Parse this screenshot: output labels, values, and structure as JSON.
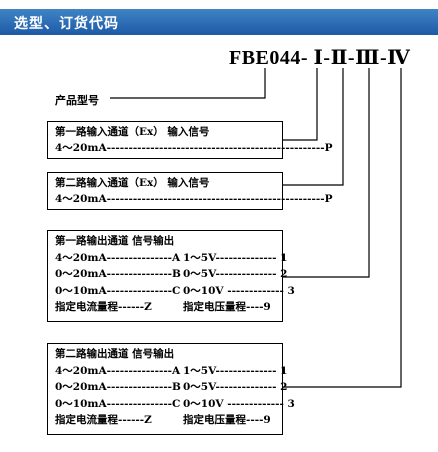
{
  "header": {
    "title": "选型、订货代码"
  },
  "model": {
    "code": "FBE044- Ⅰ-Ⅱ-Ⅲ-Ⅳ"
  },
  "product_model_label": "产品型号",
  "box1": {
    "title": "第一路输入通道（Ex）   输入信号",
    "row": "4～20mA--------------------------------------------------P"
  },
  "box2": {
    "title": "第二路输入通道（Ex）   输入信号",
    "row": "4～20mA--------------------------------------------------P"
  },
  "box3": {
    "title": "第一路输出通道   信号输出",
    "left": [
      "4～20mA---------------A",
      "0～20mA---------------B",
      "0～10mA---------------C",
      "指定电流量程------Z"
    ],
    "right": [
      "1～5V-------------- 1",
      "0～5V-------------- 2",
      "0～10V ------------- 3",
      "指定电压量程----9"
    ]
  },
  "box4": {
    "title": "第二路输出通道   信号输出",
    "left": [
      "4～20mA---------------A",
      "0～20mA---------------B",
      "0～10mA---------------C",
      "指定电流量程------Z"
    ],
    "right": [
      "1～5V-------------- 1",
      "0～5V-------------- 2",
      "0～10V ------------- 3",
      "指定电压量程----9"
    ]
  }
}
